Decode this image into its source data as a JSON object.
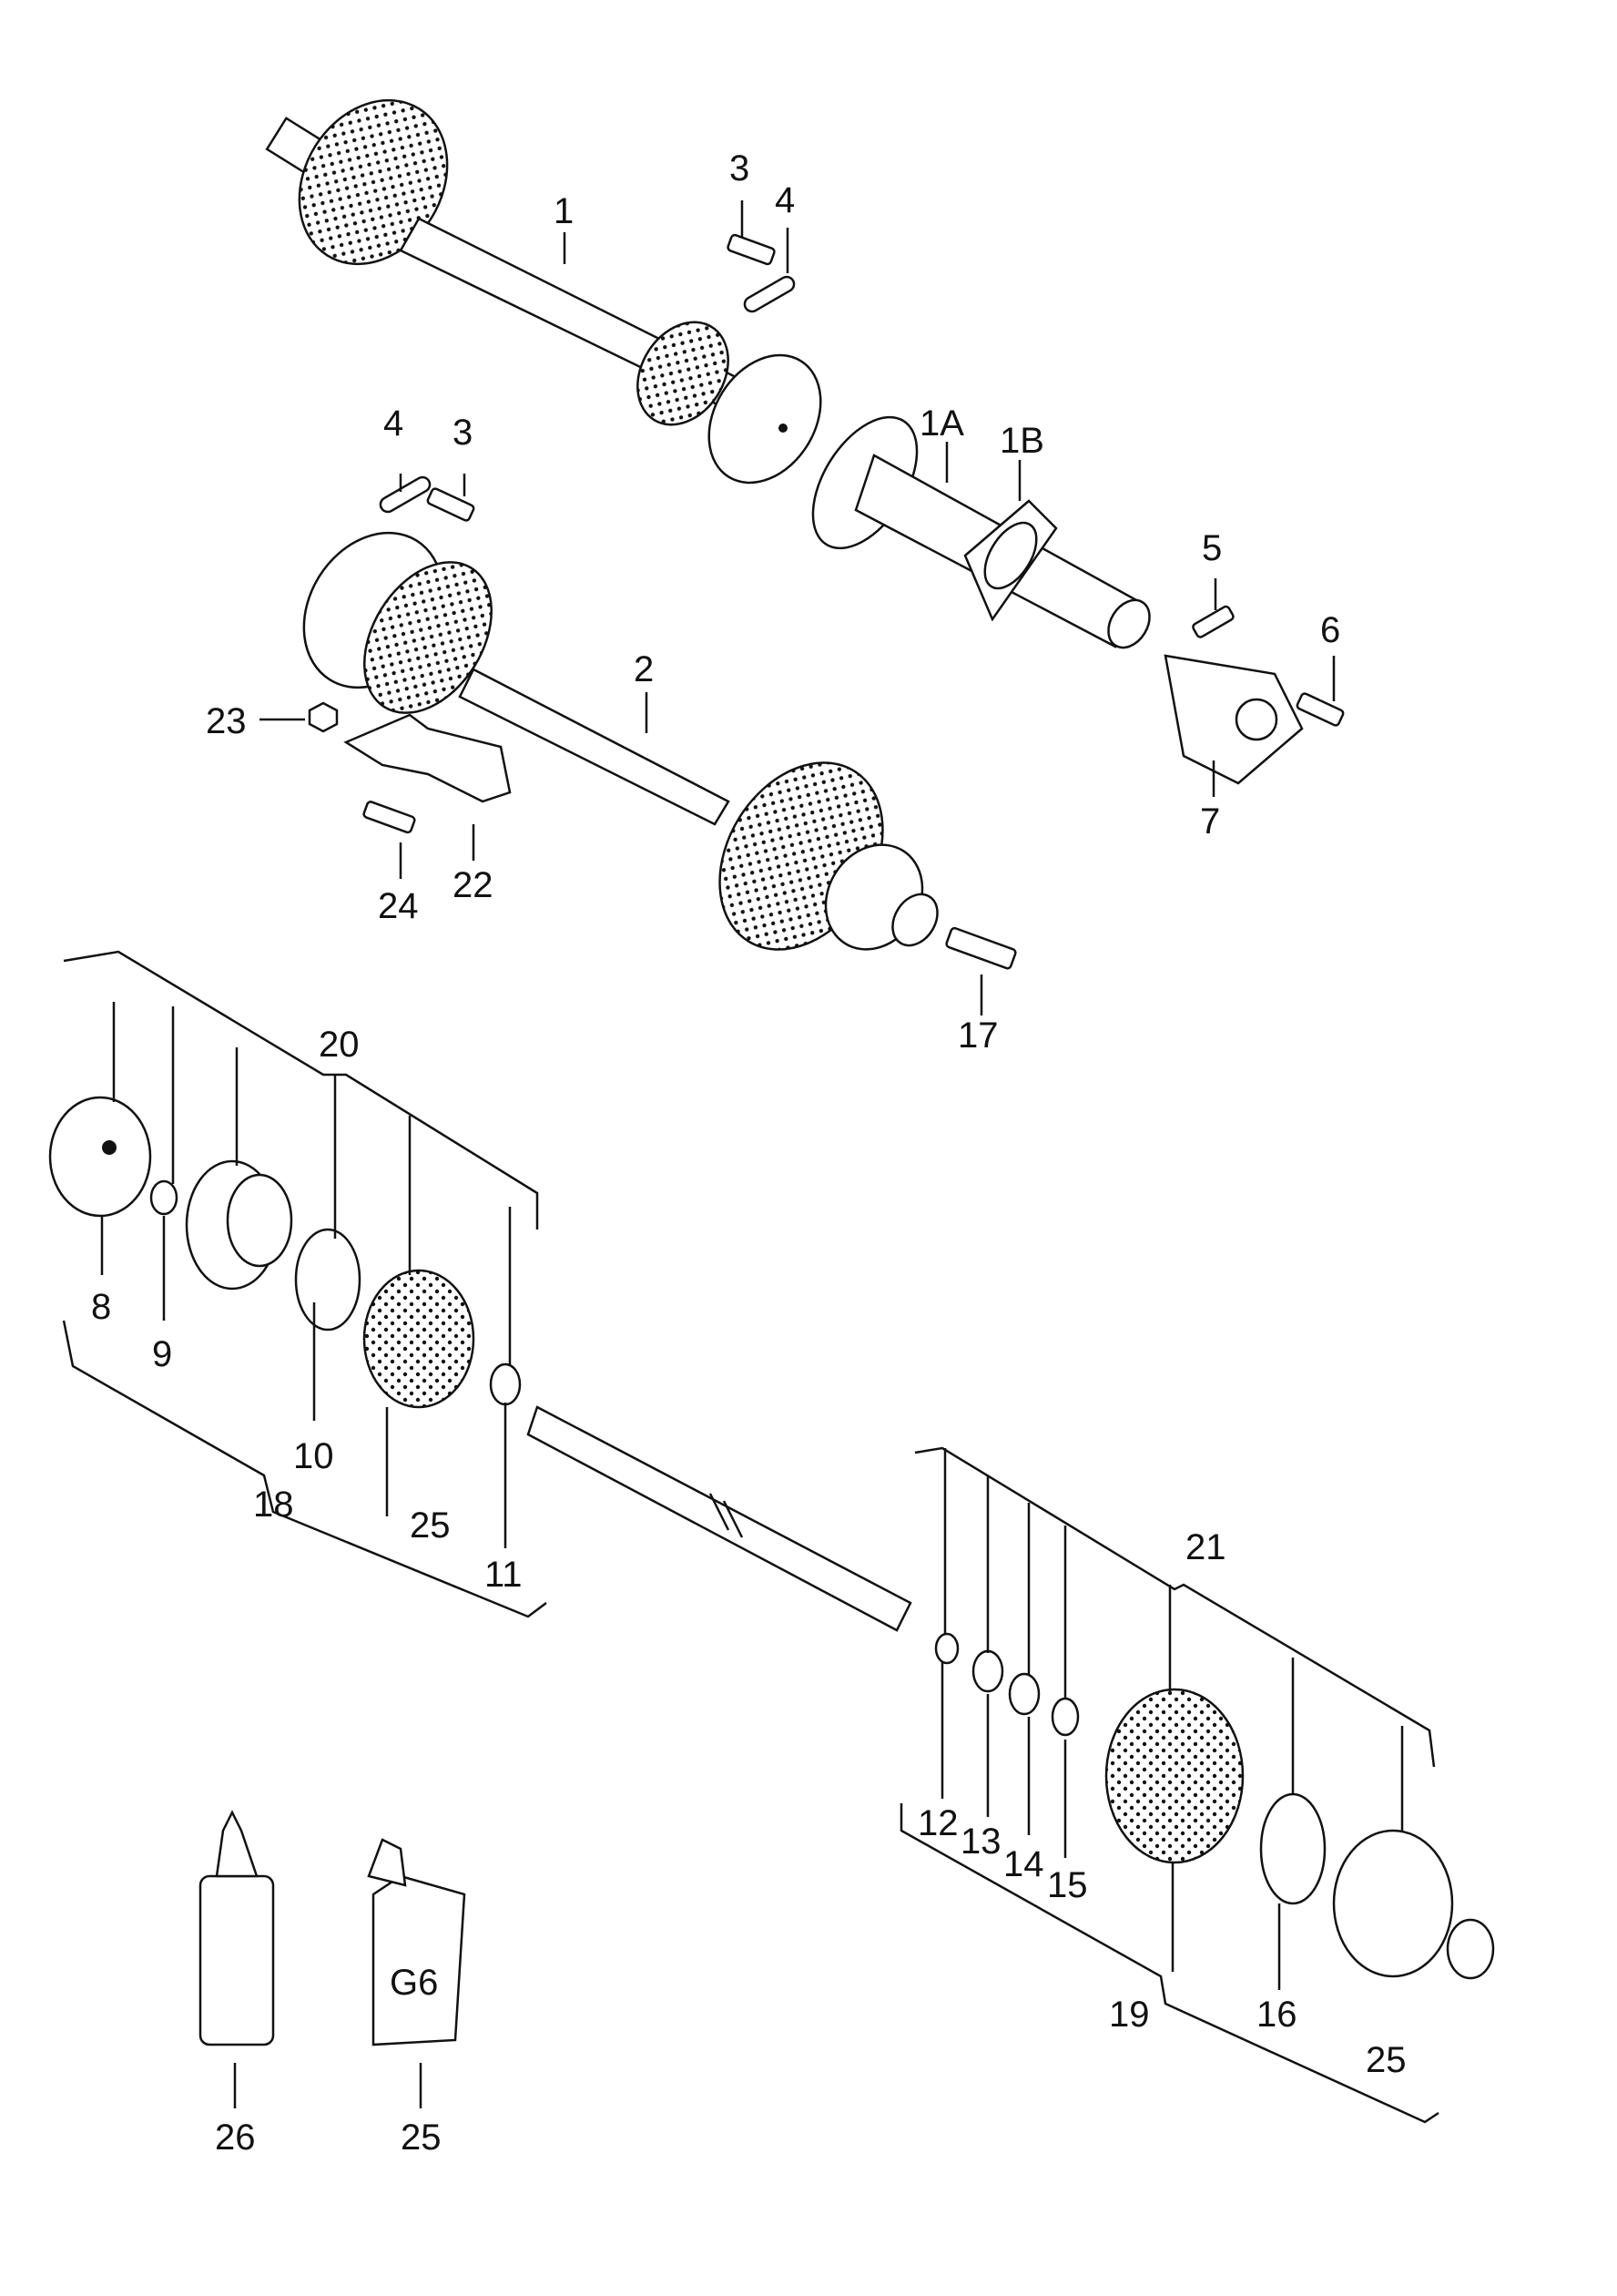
{
  "callouts": [
    {
      "id": "c1",
      "text": "1"
    },
    {
      "id": "c1a",
      "text": "1A"
    },
    {
      "id": "c1b",
      "text": "1B"
    },
    {
      "id": "c2",
      "text": "2"
    },
    {
      "id": "c3a",
      "text": "3"
    },
    {
      "id": "c3b",
      "text": "3"
    },
    {
      "id": "c4a",
      "text": "4"
    },
    {
      "id": "c4b",
      "text": "4"
    },
    {
      "id": "c5",
      "text": "5"
    },
    {
      "id": "c6",
      "text": "6"
    },
    {
      "id": "c7",
      "text": "7"
    },
    {
      "id": "c8",
      "text": "8"
    },
    {
      "id": "c9",
      "text": "9"
    },
    {
      "id": "c10",
      "text": "10"
    },
    {
      "id": "c11",
      "text": "11"
    },
    {
      "id": "c12",
      "text": "12"
    },
    {
      "id": "c13",
      "text": "13"
    },
    {
      "id": "c14",
      "text": "14"
    },
    {
      "id": "c15",
      "text": "15"
    },
    {
      "id": "c16",
      "text": "16"
    },
    {
      "id": "c17",
      "text": "17"
    },
    {
      "id": "c18",
      "text": "18"
    },
    {
      "id": "c19",
      "text": "19"
    },
    {
      "id": "c20",
      "text": "20"
    },
    {
      "id": "c21",
      "text": "21"
    },
    {
      "id": "c22",
      "text": "22"
    },
    {
      "id": "c23",
      "text": "23"
    },
    {
      "id": "c24",
      "text": "24"
    },
    {
      "id": "c25a",
      "text": "25"
    },
    {
      "id": "c25b",
      "text": "25"
    },
    {
      "id": "c25c",
      "text": "25"
    },
    {
      "id": "c26",
      "text": "26"
    }
  ],
  "tube_marking": "G6"
}
